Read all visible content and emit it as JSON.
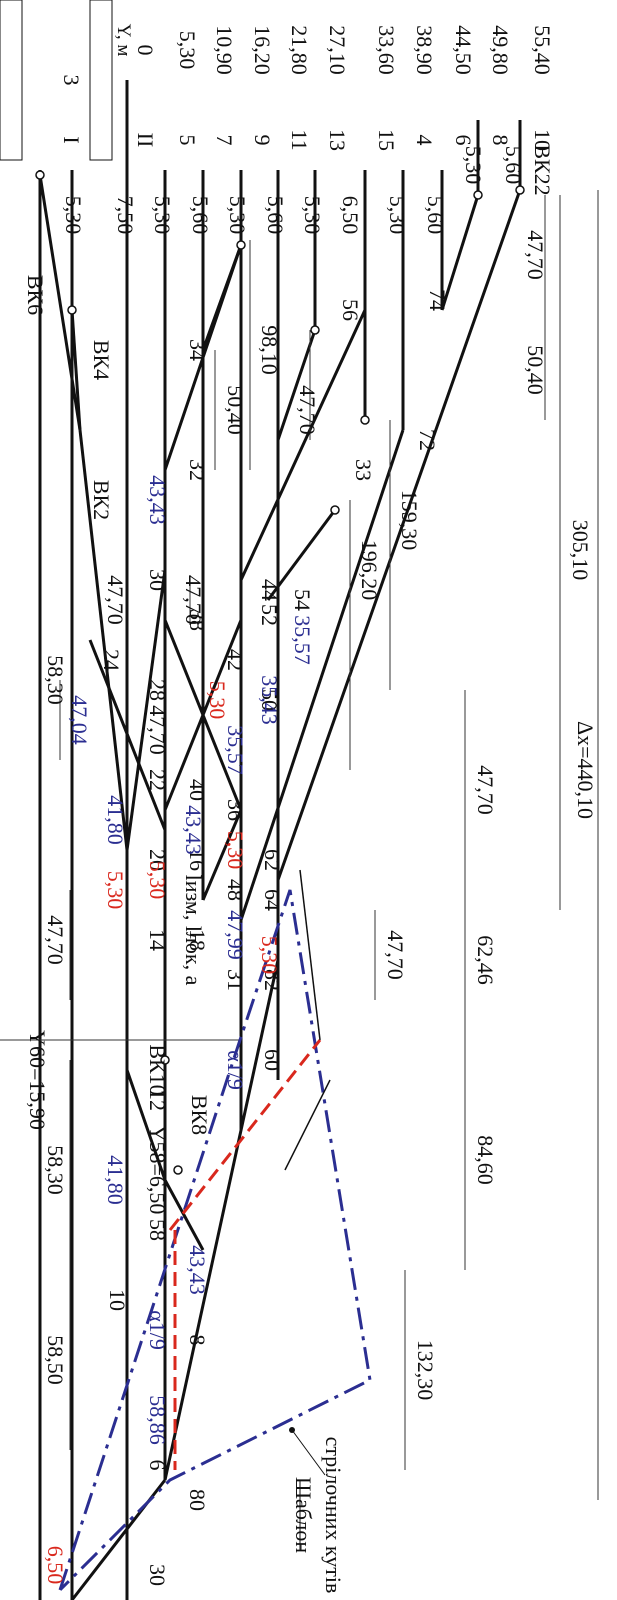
{
  "colors": {
    "black": "#111111",
    "blue": "#2b2e91",
    "red": "#d9281d",
    "template_dash": "#2b2e91"
  },
  "header": {
    "y_axis_label": "Y, м",
    "track_labels": [
      "3",
      "I",
      "II",
      "5",
      "7",
      "9",
      "11",
      "13",
      "15",
      "4",
      "6",
      "8",
      "10"
    ],
    "y_values": [
      "0",
      "5,30",
      "10,90",
      "16,20",
      "21,80",
      "27,10",
      "33,60",
      "38,90",
      "44,50",
      "49,80",
      "55,40"
    ]
  },
  "switch_labels": {
    "vk6": "ВК6",
    "vk4": "ВК4",
    "vk2": "ВК2",
    "vk10": "ВК10",
    "vk8": "ВК8",
    "vk22": "ВК22"
  },
  "node_numbers": [
    "80",
    "6",
    "8",
    "10",
    "12",
    "14",
    "18",
    "16",
    "20",
    "22",
    "24",
    "28",
    "30",
    "38",
    "40",
    "36",
    "42",
    "44",
    "54",
    "32",
    "34",
    "56",
    "33",
    "72",
    "74",
    "82",
    "60",
    "64",
    "62",
    "48",
    "50",
    "52",
    "58",
    "31"
  ],
  "spacing_labels": {
    "right_column": [
      "5,30",
      "7,50",
      "5,30",
      "5,60",
      "5,30",
      "5,60",
      "5,30",
      "6,50",
      "5,30",
      "5,60",
      "5,30",
      "5,60"
    ],
    "top_black": [
      "58,50",
      "58,30",
      "47,70",
      "58,30",
      "47,70",
      "47,70",
      "47,70"
    ],
    "top_blue": [
      "41,80",
      "41,80",
      "47,04",
      "43,43",
      "43,43",
      "35,57",
      "47,99",
      "35,43",
      "35,57"
    ],
    "top_red": [
      "5,30",
      "5,30",
      "5,30",
      "5,30",
      "5,30"
    ],
    "mid_black": [
      "98,10",
      "50,40",
      "47,70",
      "196,20",
      "159,30",
      "50,40",
      "47,70",
      "305,10",
      "47,70",
      "62,46",
      "84,60",
      "47,70",
      "132,30"
    ],
    "lower_blue": [
      "43,43",
      "58,86"
    ]
  },
  "formulas": {
    "y60": "Y60=15,90",
    "y58": "Y58=6,50",
    "delta_x": "Δx=440,10",
    "alpha_mid": "α1/9",
    "alpha_low": "α1/9",
    "l_izm": "lизм, lлок, a"
  },
  "left_edge": {
    "red_value": "6,50",
    "node": "30"
  },
  "legend": {
    "title": "Шаблон",
    "subtitle": "стрілочних кутів"
  }
}
